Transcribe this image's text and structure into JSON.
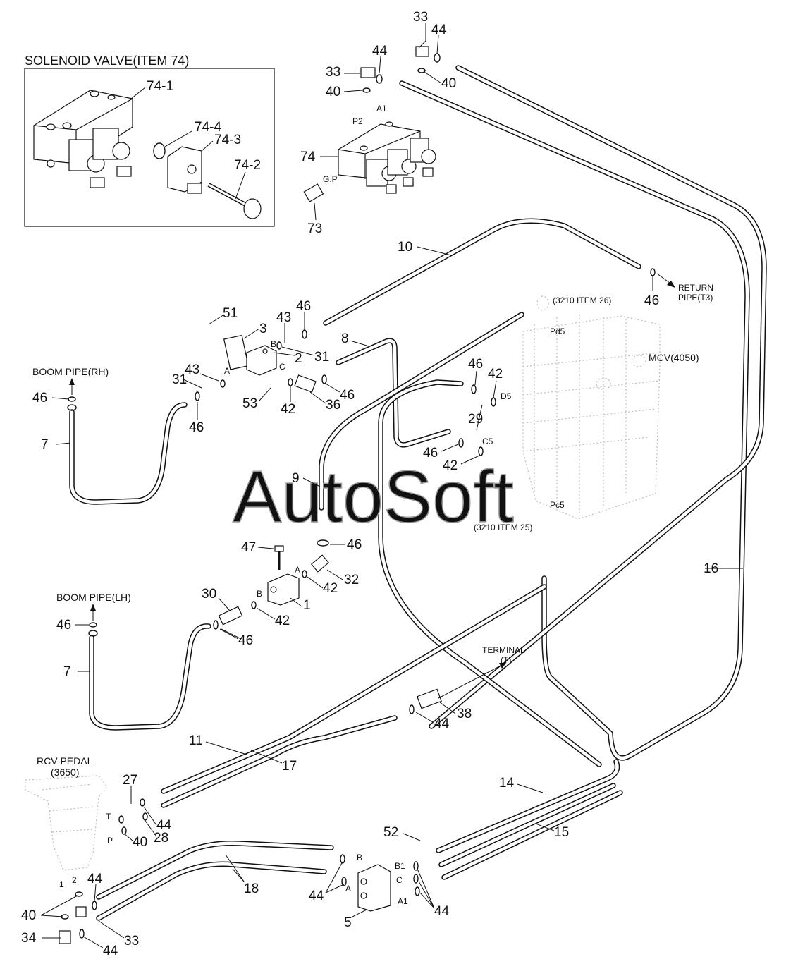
{
  "diagram": {
    "watermark": "AutoSoft",
    "inset": {
      "title": "SOLENOID VALVE(ITEM 74)",
      "parts": [
        "74-1",
        "74-4",
        "74-3",
        "74-2"
      ]
    },
    "assembly_labels": {
      "boom_pipe_rh": "BOOM PIPE(RH)",
      "boom_pipe_lh": "BOOM PIPE(LH)",
      "return_pipe": [
        "RETURN",
        "PIPE(T3)"
      ],
      "mcv": "MCV(4050)",
      "item26": "(3210 ITEM 26)",
      "item25": "(3210 ITEM 25)",
      "terminal": [
        "TERMINAL",
        "(T)"
      ],
      "rcv_pedal": [
        "RCV-PEDAL",
        "(3650)"
      ]
    },
    "port_labels": [
      "P2",
      "A1",
      "G.P",
      "A",
      "B",
      "C",
      "Pd5",
      "D5",
      "C5",
      "Pc5",
      "A",
      "B",
      "T",
      "P",
      "1",
      "2",
      "B",
      "A",
      "B1",
      "C",
      "A1"
    ],
    "part_numbers": [
      "33",
      "44",
      "44",
      "33",
      "40",
      "40",
      "74",
      "73",
      "10",
      "46",
      "51",
      "3",
      "43",
      "46",
      "2",
      "31",
      "8",
      "46",
      "42",
      "43",
      "31",
      "53",
      "42",
      "46",
      "36",
      "29",
      "46",
      "42",
      "46",
      "42",
      "9",
      "47",
      "46",
      "32",
      "42",
      "30",
      "1",
      "42",
      "46",
      "16",
      "38",
      "44",
      "11",
      "17",
      "27",
      "44",
      "28",
      "40",
      "14",
      "15",
      "52",
      "44",
      "18",
      "44",
      "5",
      "44",
      "40",
      "33",
      "34",
      "44",
      "46",
      "7",
      "46",
      "46",
      "7",
      "46"
    ]
  }
}
